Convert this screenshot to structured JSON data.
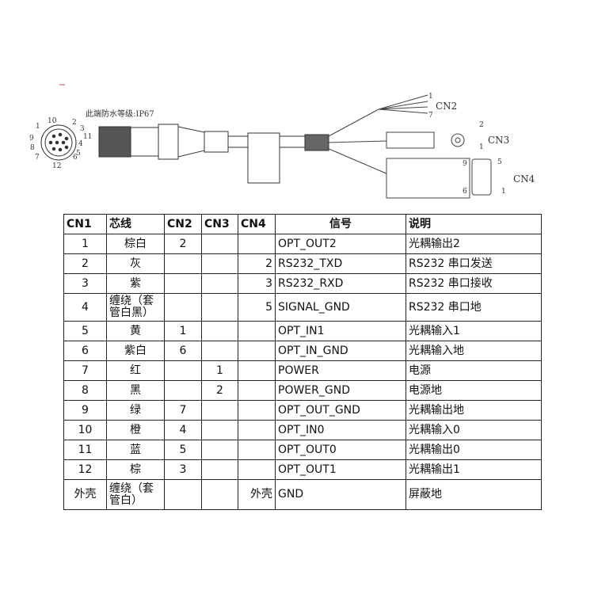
{
  "diagram": {
    "ip_note": "此端防水等级:IP67",
    "cn2": "CN2",
    "cn3": "CN3",
    "cn4": "CN4",
    "pins_cn1": [
      "1",
      "2",
      "3",
      "4",
      "5",
      "6",
      "7",
      "8",
      "9",
      "10",
      "11",
      "12"
    ],
    "cn2_pins": [
      "1",
      "7"
    ],
    "cn3_pins": [
      "2",
      "1"
    ],
    "cn4_pins": [
      "9",
      "5",
      "6",
      "1"
    ]
  },
  "table": {
    "headers": [
      "CN1",
      "芯线",
      "CN2",
      "CN3",
      "CN4",
      "信号",
      "说明"
    ],
    "rows": [
      [
        "1",
        "棕白",
        "2",
        "",
        "",
        "OPT_OUT2",
        "光耦输出2"
      ],
      [
        "2",
        "灰",
        "",
        "",
        "2",
        "RS232_TXD",
        "RS232 串口发送"
      ],
      [
        "3",
        "紫",
        "",
        "",
        "3",
        "RS232_RXD",
        "RS232 串口接收"
      ],
      [
        "4",
        "缠绕（套管白黑）",
        "",
        "",
        "5",
        "SIGNAL_GND",
        "RS232 串口地"
      ],
      [
        "5",
        "黄",
        "1",
        "",
        "",
        "OPT_IN1",
        "光耦输入1"
      ],
      [
        "6",
        "紫白",
        "6",
        "",
        "",
        "OPT_IN_GND",
        "光耦输入地"
      ],
      [
        "7",
        "红",
        "",
        "1",
        "",
        "POWER",
        "电源"
      ],
      [
        "8",
        "黑",
        "",
        "2",
        "",
        "POWER_GND",
        "电源地"
      ],
      [
        "9",
        "绿",
        "7",
        "",
        "",
        "OPT_OUT_GND",
        "光耦输出地"
      ],
      [
        "10",
        "橙",
        "4",
        "",
        "",
        "OPT_IN0",
        "光耦输入0"
      ],
      [
        "11",
        "蓝",
        "5",
        "",
        "",
        "OPT_OUT0",
        "光耦输出0"
      ],
      [
        "12",
        "棕",
        "3",
        "",
        "",
        "OPT_OUT1",
        "光耦输出1"
      ],
      [
        "外壳",
        "缠绕（套管白）",
        "",
        "",
        "外壳",
        "GND",
        "屏蔽地"
      ]
    ]
  }
}
